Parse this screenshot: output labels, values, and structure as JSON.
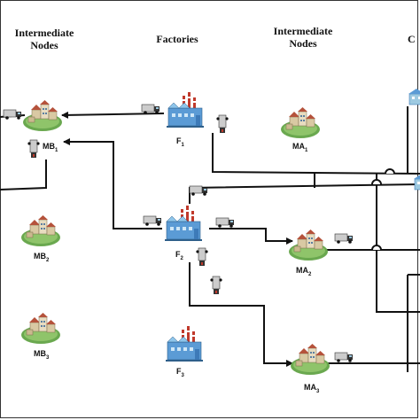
{
  "headers": {
    "intermediate_left": "Intermediate\nNodes",
    "factories": "Factories",
    "intermediate_right": "Intermediate\nNodes",
    "customers_partial": "C"
  },
  "nodes": {
    "mb1": {
      "base": "MB",
      "sub": "1"
    },
    "mb2": {
      "base": "MB",
      "sub": "2"
    },
    "mb3": {
      "base": "MB",
      "sub": "3"
    },
    "f1": {
      "base": "F",
      "sub": "1"
    },
    "f2": {
      "base": "F",
      "sub": "2"
    },
    "f3": {
      "base": "F",
      "sub": "3"
    },
    "ma1": {
      "base": "MA",
      "sub": "1"
    },
    "ma2": {
      "base": "MA",
      "sub": "2"
    },
    "ma3": {
      "base": "MA",
      "sub": "3"
    }
  },
  "icons": {
    "factory": "factory-icon",
    "warehouse": "warehouse-cluster-icon",
    "truck": "truck-icon",
    "customer": "customer-building-icon"
  },
  "colors": {
    "line": "#111111",
    "factory_body": "#5b9bd5",
    "factory_roof": "#8ec5ea",
    "chimney_red": "#c0392b",
    "ground_green": "#6aa84f",
    "building_tan": "#d9c9a3",
    "roof_red": "#b5523b",
    "truck_dark": "#333333"
  }
}
